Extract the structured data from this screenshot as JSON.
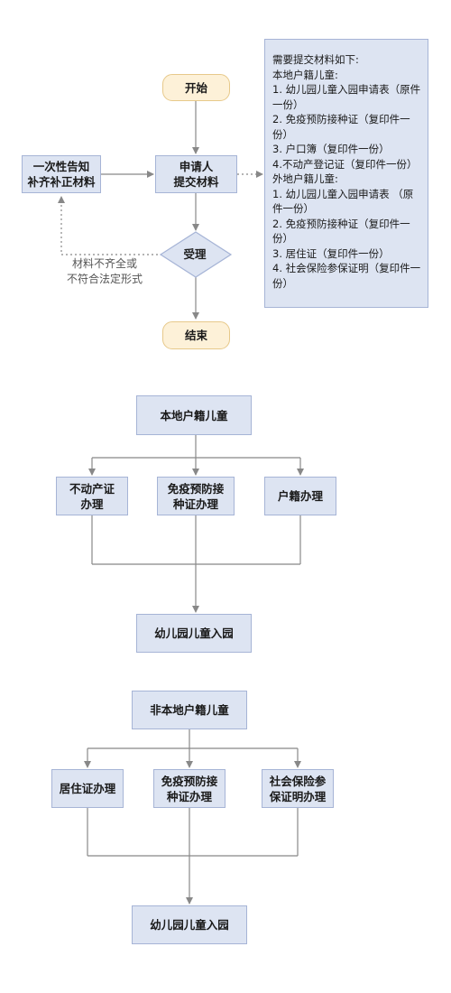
{
  "flow1": {
    "start": "开始",
    "applicant": "申请人\n提交材料",
    "notify": "一次性告知\n补齐补正材料",
    "accept": "受理",
    "condition": "材料不齐全或\n不符合法定形式",
    "end": "结束"
  },
  "materials": {
    "title": "需要提交材料如下:",
    "local_heading": "本地户籍儿童:",
    "local_items": [
      "1. 幼儿园儿童入园申请表（原件一份）",
      "2. 免疫预防接种证（复印件一份）",
      "3. 户口簿（复印件一份）",
      "4.不动产登记证（复印件一份）"
    ],
    "nonlocal_heading": "外地户籍儿童:",
    "nonlocal_items": [
      "1. 幼儿园儿童入园申请表 （原件一份）",
      "2. 免疫预防接种证（复印件一份）",
      "3. 居住证（复印件一份）",
      "4. 社会保险参保证明（复印件一份）"
    ]
  },
  "flow2": {
    "root": "本地户籍儿童",
    "branches": [
      "不动产证\n办理",
      "免疫预防接\n种证办理",
      "户籍办理"
    ],
    "result": "幼儿园儿童入园"
  },
  "flow3": {
    "root": "非本地户籍儿童",
    "branches": [
      "居住证办理",
      "免疫预防接\n种证办理",
      "社会保险参\n保证明办理"
    ],
    "result": "幼儿园儿童入园"
  },
  "colors": {
    "box_fill": "#dde4f2",
    "box_border": "#a6b4d6",
    "terminal_fill": "#fdf1d8",
    "terminal_border": "#e7c98a",
    "line": "#888888"
  }
}
